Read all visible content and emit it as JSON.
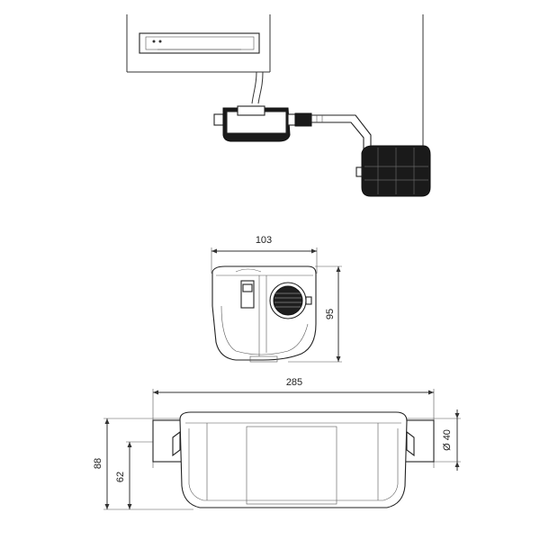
{
  "dimensions": {
    "front_width": "103",
    "front_height": "95",
    "side_length": "285",
    "side_height": "88",
    "inlet_height": "62",
    "outlet_diameter": "Ø 40"
  }
}
